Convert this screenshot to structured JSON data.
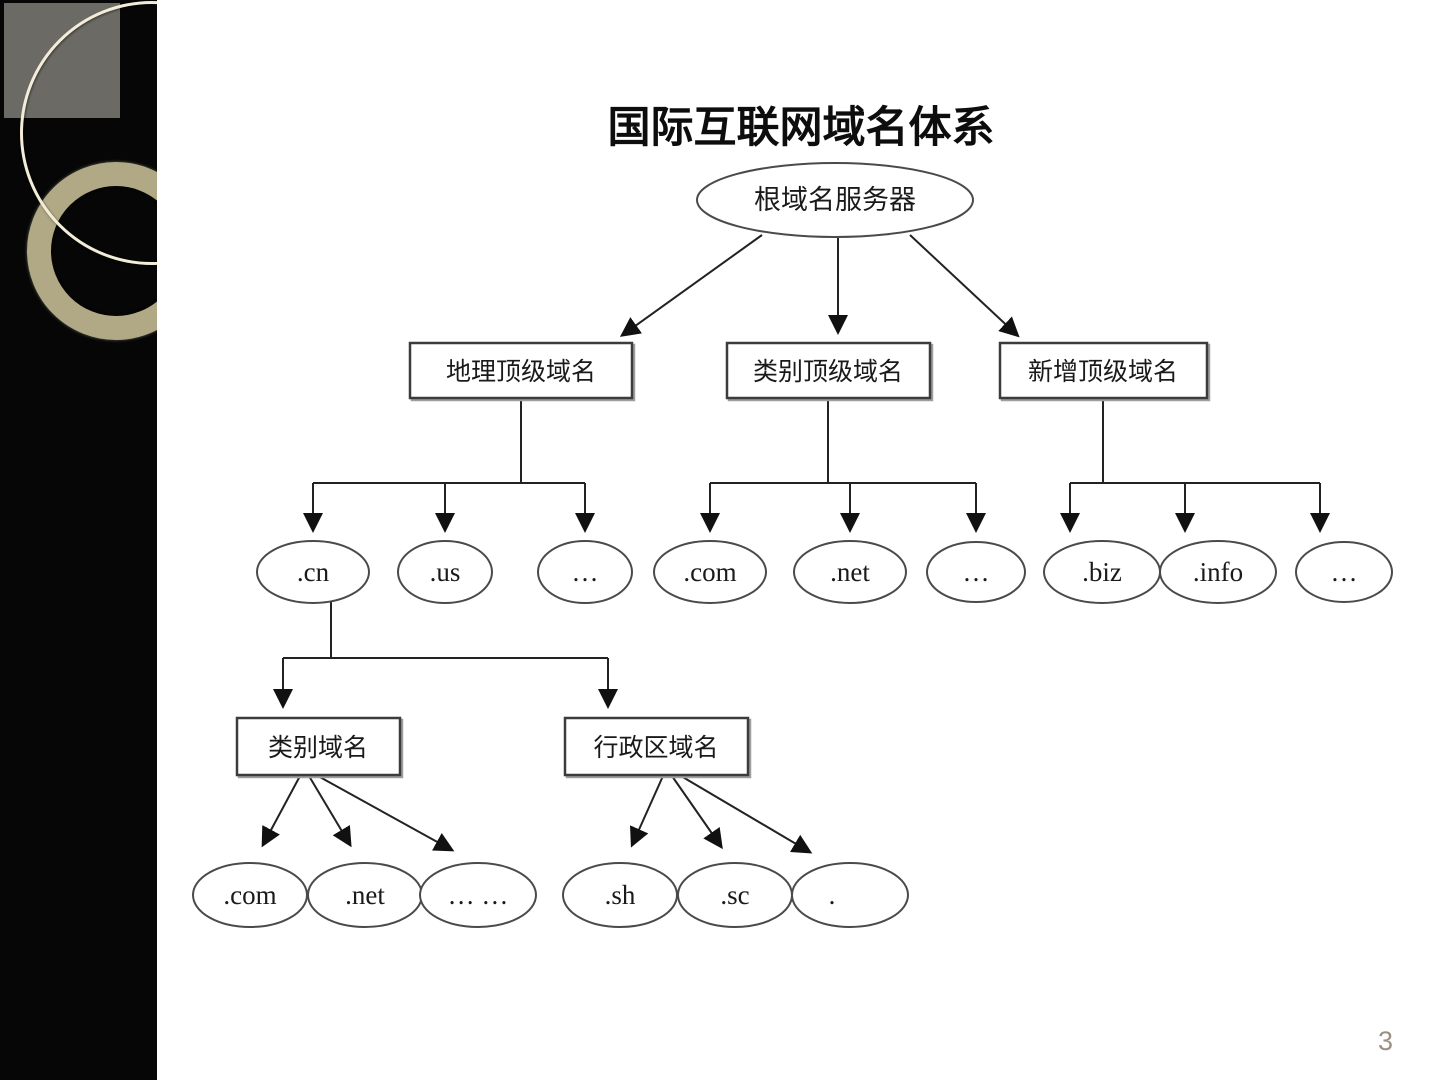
{
  "slide": {
    "title": "国际互联网域名体系",
    "page_number": "3"
  },
  "diagram": {
    "root": {
      "label": "根域名服务器"
    },
    "level2": [
      {
        "label": "地理顶级域名"
      },
      {
        "label": "类别顶级域名"
      },
      {
        "label": "新增顶级域名"
      }
    ],
    "level3": [
      {
        "label": ".cn"
      },
      {
        "label": ".us"
      },
      {
        "label": "…"
      },
      {
        "label": ".com"
      },
      {
        "label": ".net"
      },
      {
        "label": "…"
      },
      {
        "label": ".biz"
      },
      {
        "label": ".info"
      },
      {
        "label": "…"
      }
    ],
    "level4": [
      {
        "label": "类别域名"
      },
      {
        "label": "行政区域名"
      }
    ],
    "level5": [
      {
        "label": ".com"
      },
      {
        "label": ".net"
      },
      {
        "label": "… …"
      },
      {
        "label": ".sh"
      },
      {
        "label": ".sc"
      },
      {
        "label": "."
      }
    ]
  },
  "colors": {
    "slide_background": "#ffffff",
    "sidebar_background": "#060606",
    "sidebar_square": "#6c6a65",
    "sidebar_ring": "#b1a985",
    "sidebar_circle": "#f3ecd8",
    "line": "#222222",
    "page_number": "#9a9183"
  }
}
